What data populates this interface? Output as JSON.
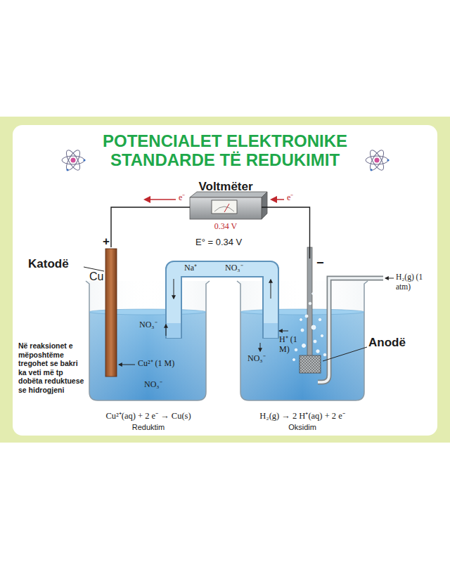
{
  "diagram": {
    "title": "POTENCIALET ELEKTRONIKE STANDARDE TË REDUKIMIT",
    "nodes": [
      {
        "text": [
          "Voltmëter",
          "0.34 V"
        ]
      },
      {
        "text": [
          "Cu²⁺(aq) + 2 e⁻ → Cu(s)",
          "Reduktim"
        ]
      },
      {
        "text": [
          "H₂(g) → 2 H⁺(aq) + 2 e⁻",
          "Oksidim"
        ]
      }
    ],
    "edges": [
      {
        "from": 2,
        "to": 0,
        "label": "e⁻",
        "arrow": "none"
      },
      {
        "from": 0,
        "to": 1,
        "label": "e⁻",
        "arrow": "none"
      }
    ],
    "labels": [
      "Katodë",
      "+",
      "Cu",
      "E° = 0.34 V",
      "Na⁺",
      "NO₃⁻",
      "NO₃⁻",
      "Cu²⁺ (1 M)",
      "NO₃⁻",
      "−",
      "H⁺ (1 M)",
      "NO₃⁻",
      "Anodë",
      "H₂(g) (1 atm)",
      "Në reaksionet e mëposhtëme tregohet se bakri ka veti më tp dobëta reduktuese se hidrogjeni"
    ]
  }
}
